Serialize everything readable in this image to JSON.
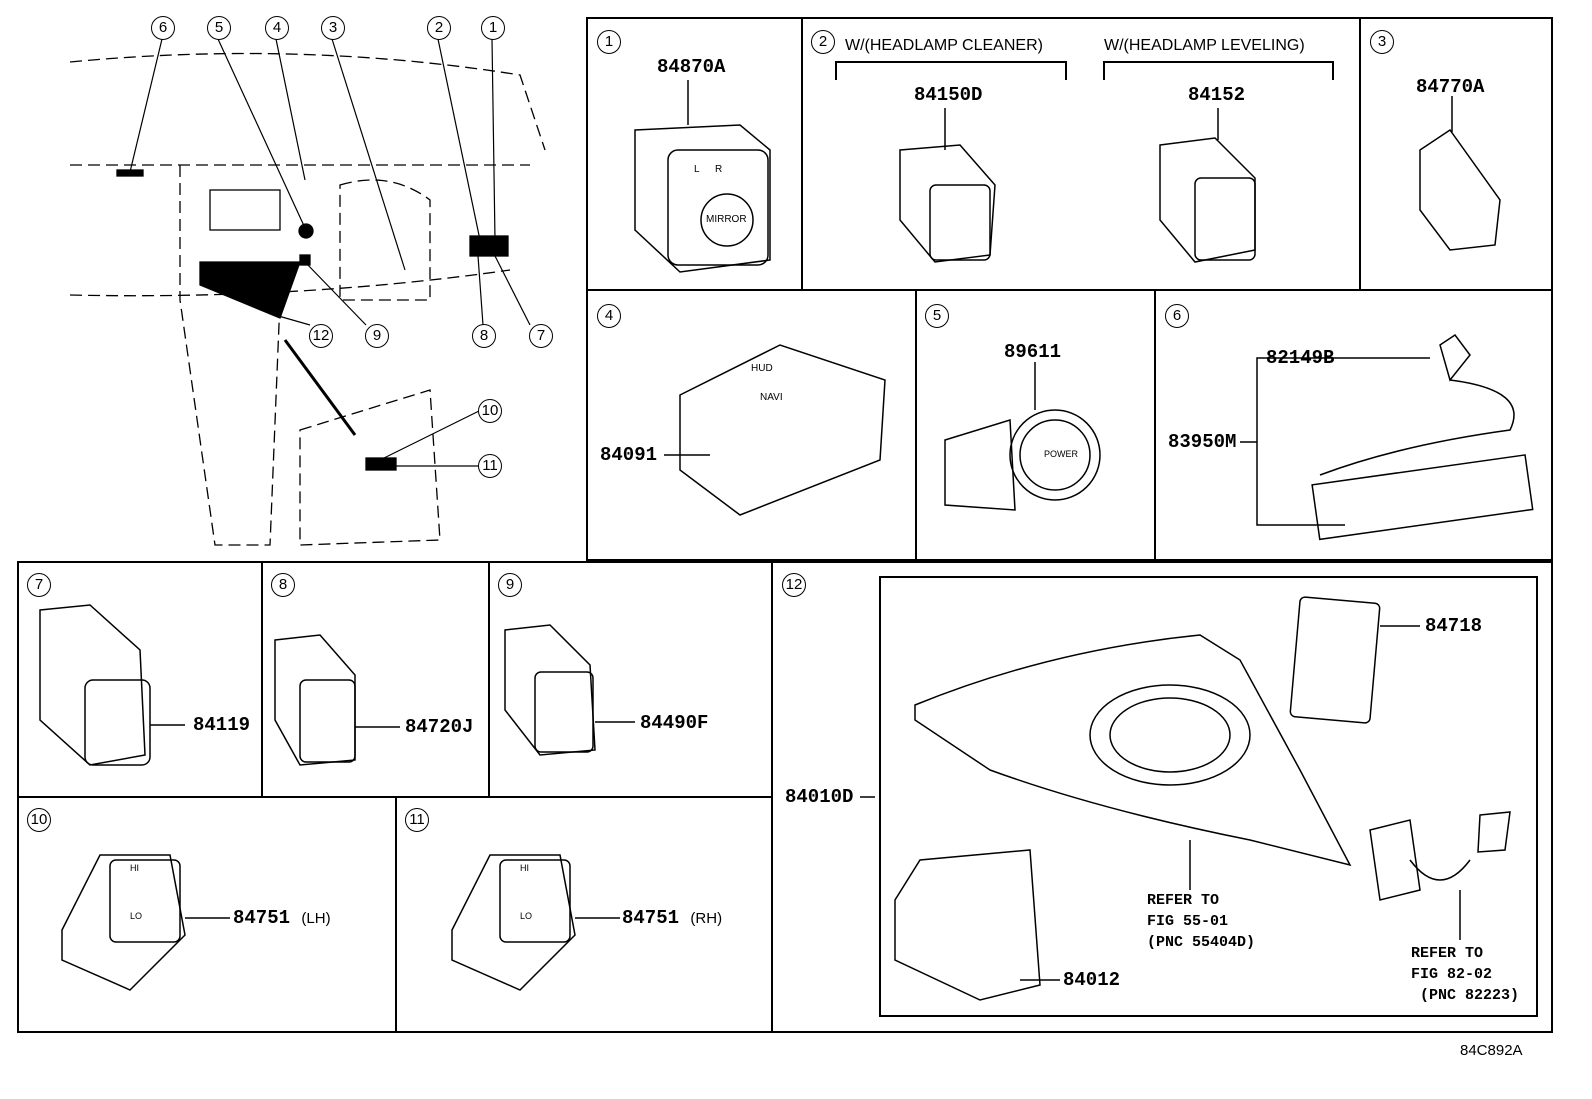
{
  "figure_code": "84C892A",
  "overview": {
    "callouts": [
      "6",
      "5",
      "4",
      "3",
      "2",
      "1",
      "12",
      "9",
      "8",
      "7",
      "10",
      "11"
    ]
  },
  "panels": [
    {
      "id": "1",
      "parts": [
        "84870A"
      ],
      "text": [
        "MIRROR",
        "L",
        "R"
      ]
    },
    {
      "id": "2",
      "conditions": [
        "W/(HEADLAMP CLEANER)",
        "W/(HEADLAMP LEVELING)"
      ],
      "parts": [
        "84150D",
        "84152"
      ]
    },
    {
      "id": "3",
      "parts": [
        "84770A"
      ]
    },
    {
      "id": "4",
      "parts": [
        "84091"
      ],
      "text": [
        "HUD",
        "NAVI"
      ]
    },
    {
      "id": "5",
      "parts": [
        "89611"
      ],
      "text": [
        "POWER"
      ]
    },
    {
      "id": "6",
      "parts": [
        "82149B",
        "83950M"
      ]
    },
    {
      "id": "7",
      "parts": [
        "84119"
      ]
    },
    {
      "id": "8",
      "parts": [
        "84720J"
      ]
    },
    {
      "id": "9",
      "parts": [
        "84490F"
      ]
    },
    {
      "id": "10",
      "parts": [
        "84751"
      ],
      "suffix": "(LH)",
      "text": [
        "HI",
        "LO"
      ]
    },
    {
      "id": "11",
      "parts": [
        "84751"
      ],
      "suffix": "(RH)",
      "text": [
        "HI",
        "LO"
      ]
    },
    {
      "id": "12",
      "parts": [
        "84010D",
        "84718",
        "84012"
      ],
      "notes": [
        "REFER TO\nFIG 55-01\n(PNC 55404D)",
        "REFER TO\nFIG 82-02\n (PNC 82223)"
      ]
    }
  ]
}
